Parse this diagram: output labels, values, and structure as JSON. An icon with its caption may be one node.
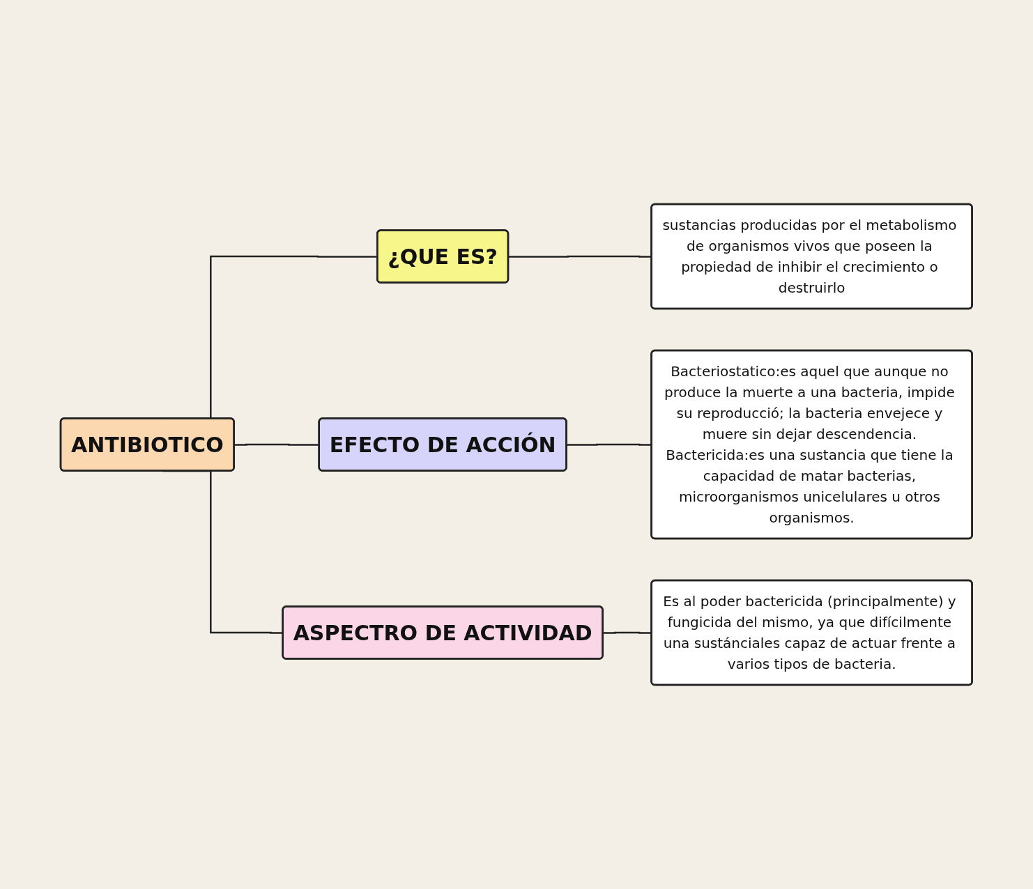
{
  "diagram": {
    "nodes": [
      {
        "text": [
          "ANTIBIOTICO"
        ]
      },
      {
        "text": [
          "¿QUE ES?"
        ]
      },
      {
        "text": [
          "sustancias producidas por el metabolismo de organismos vivos que poseen la propiedad de inhibir el crecimiento o destruirlo"
        ]
      },
      {
        "text": [
          "EFECTO DE ACCIÓN"
        ]
      },
      {
        "text": [
          "Bacteriostatico:es aquel que aunque no produce la muerte a una bacteria, impide su reproducció; la bacteria envejece y muere sin dejar descendencia. Bactericida:es una sustancia que tiene la capacidad de matar bacterias, microorganismos unicelulares u otros organismos."
        ]
      },
      {
        "text": [
          "ASPECTRO DE ACTIVIDAD"
        ]
      },
      {
        "text": [
          "Es al poder bactericida (principalmente) y fungicida del mismo, ya que difícilmente una sustánciales capaz de actuar frente a varios tipos de bacteria."
        ]
      }
    ],
    "edges": [
      {
        "from": 0,
        "to": 1,
        "arrow": "none"
      },
      {
        "from": 1,
        "to": 2,
        "arrow": "none"
      },
      {
        "from": 0,
        "to": 3,
        "arrow": "none"
      },
      {
        "from": 3,
        "to": 4,
        "arrow": "none"
      },
      {
        "from": 0,
        "to": 5,
        "arrow": "none"
      },
      {
        "from": 5,
        "to": 6,
        "arrow": "none"
      }
    ]
  }
}
